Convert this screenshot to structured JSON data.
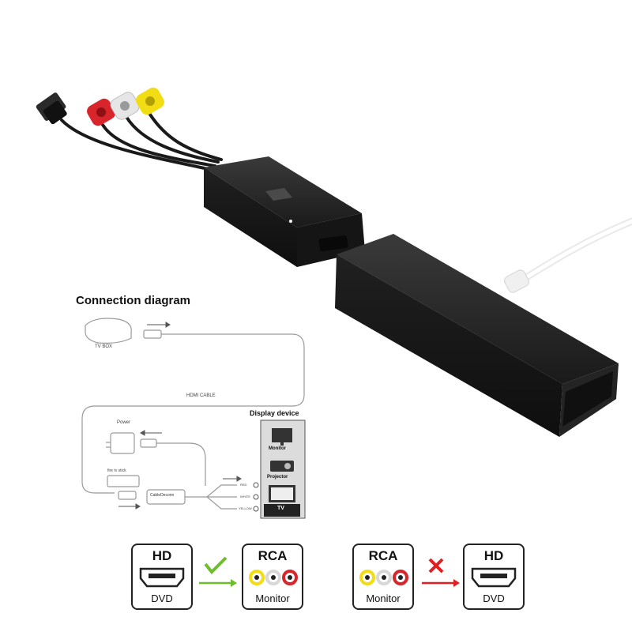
{
  "diagram": {
    "title": "Connection diagram",
    "tv_box_label": "TV BOX",
    "hdmi_cable_label": "HDMI CABLE",
    "power_label": "Power",
    "fire_tv_stick_label": "fire tv stick",
    "converter_label": "CableDeconn",
    "output_labels": [
      "RED",
      "WHITE",
      "YELLOW"
    ],
    "display_device": {
      "title": "Display device",
      "items": [
        "Monitor",
        "Projector",
        "TV"
      ]
    }
  },
  "compatibility": {
    "supported": {
      "from": {
        "head": "HD",
        "foot": "DVD",
        "icon": "hdmi-port-icon"
      },
      "to": {
        "head": "RCA",
        "foot": "Monitor",
        "icon": "rca-jacks-icon"
      },
      "indicator": "check-icon",
      "indicator_color": "#6cbf2b"
    },
    "unsupported": {
      "from": {
        "head": "RCA",
        "foot": "Monitor",
        "icon": "rca-jacks-icon"
      },
      "to": {
        "head": "HD",
        "foot": "DVD",
        "icon": "hdmi-port-icon"
      },
      "indicator": "cross-icon",
      "indicator_color": "#e02020"
    }
  },
  "colors": {
    "rca_red": "#d8242b",
    "rca_white": "#e6e6e6",
    "rca_yellow": "#f2dd14",
    "device_black": "#1d1d1d"
  }
}
